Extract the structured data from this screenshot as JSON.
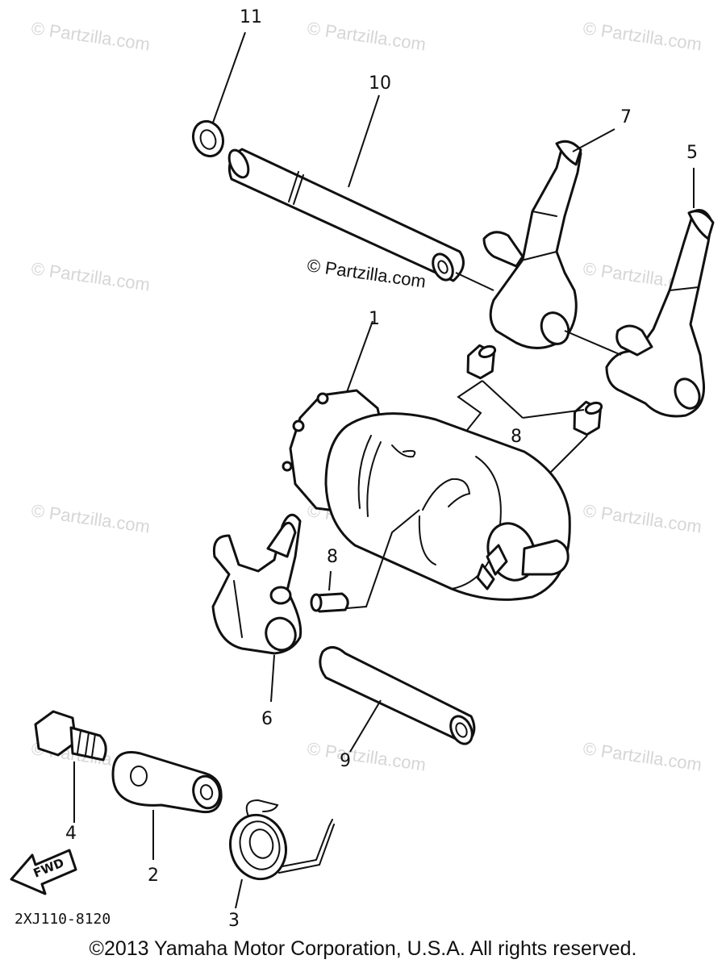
{
  "watermark": "© Partzilla.com",
  "center_watermark": "© Partzilla.com",
  "callouts": {
    "p1": "1",
    "p2": "2",
    "p3": "3",
    "p4": "4",
    "p5": "5",
    "p6": "6",
    "p7": "7",
    "p8a": "8",
    "p8b": "8",
    "p9": "9",
    "p10": "10",
    "p11": "11"
  },
  "fwd_label": "FWD",
  "diagram_code": "2XJ110-8120",
  "copyright": "©2013 Yamaha Motor Corporation, U.S.A. All rights reserved."
}
